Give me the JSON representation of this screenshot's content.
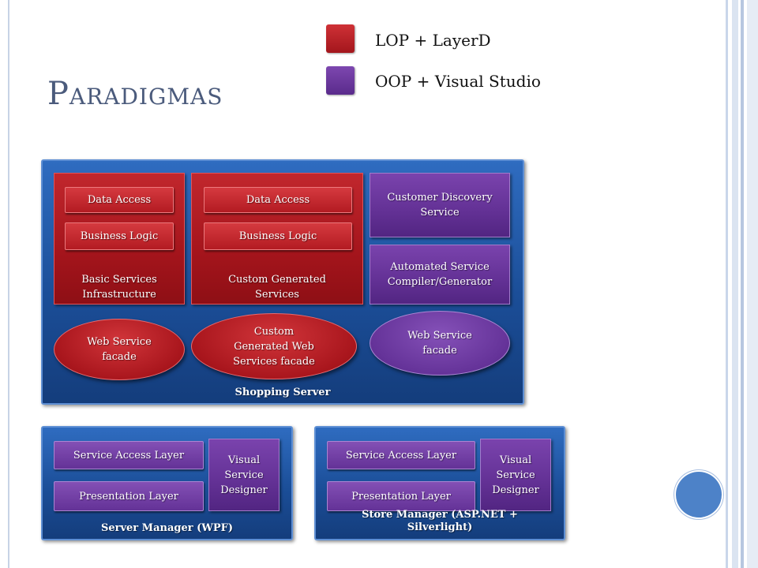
{
  "title": "Paradigmas",
  "legend": [
    {
      "label": "LOP + LayerD",
      "color": "#b51c22"
    },
    {
      "label": "OOP + Visual Studio",
      "color": "#6a3a9f"
    }
  ],
  "shopping_server": {
    "label": "Shopping Server",
    "basic": {
      "data_access": "Data Access",
      "business_logic": "Business Logic",
      "name_line1": "Basic Services",
      "name_line2": "Infrastructure"
    },
    "custom": {
      "data_access": "Data Access",
      "business_logic": "Business Logic",
      "name_line1": "Custom Generated",
      "name_line2": "Services"
    },
    "discovery": {
      "line1": "Customer Discovery",
      "line2": "Service"
    },
    "compiler": {
      "line1": "Automated Service",
      "line2": "Compiler/Generator"
    },
    "facade_left": {
      "line1": "Web Service",
      "line2": "facade"
    },
    "facade_center": {
      "line1": "Custom",
      "line2": "Generated Web",
      "line3": "Services facade"
    },
    "facade_right": {
      "line1": "Web Service",
      "line2": "facade"
    }
  },
  "server_manager": {
    "label": "Server Manager (WPF)",
    "service_access": "Service Access Layer",
    "presentation": "Presentation Layer",
    "designer": {
      "line1": "Visual",
      "line2": "Service",
      "line3": "Designer"
    }
  },
  "store_manager": {
    "label_line1": "Store Manager (ASP.NET +",
    "label_line2": "Silverlight)",
    "service_access": "Service Access Layer",
    "presentation": "Presentation Layer",
    "designer": {
      "line1": "Visual",
      "line2": "Service",
      "line3": "Designer"
    }
  }
}
